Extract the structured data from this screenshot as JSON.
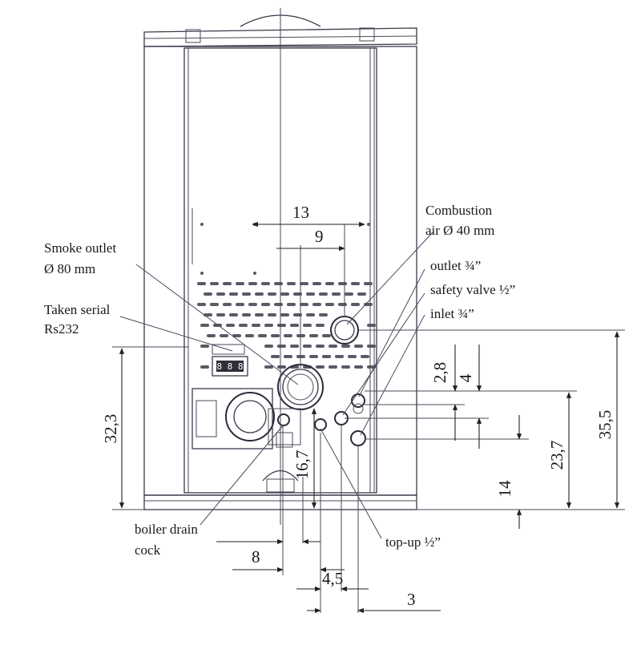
{
  "labels": {
    "combustion_air_line1": "Combustion",
    "combustion_air_line2": "air Ø 40 mm",
    "smoke_outlet_line1": "Smoke outlet",
    "smoke_outlet_line2": "Ø 80 mm",
    "serial_line1": "Taken serial",
    "serial_line2": "Rs232",
    "outlet": "outlet ¾”",
    "safety_valve": "safety valve ½”",
    "inlet": "inlet ¾”",
    "boiler_drain_line1": "boiler drain",
    "boiler_drain_line2": "cock",
    "top_up": "top-up ½”"
  },
  "dimensions": {
    "d13": "13",
    "d9": "9",
    "d32_3": "32,3",
    "d2_8": "2,8",
    "d4": "4",
    "d35_5": "35,5",
    "d23_7": "23,7",
    "d16_7": "16,7",
    "d14": "14",
    "d8": "8",
    "d4_5": "4,5",
    "d3": "3"
  },
  "display_readout": "8 8 8"
}
